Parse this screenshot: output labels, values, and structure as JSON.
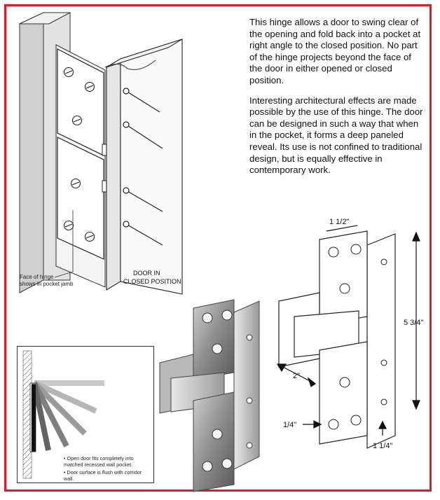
{
  "description": {
    "para1": "This hinge allows a door to swing clear of the opening and fold back into a pocket at right angle to the closed position. No part of the hinge projects beyond the face of the door in either opened or closed position.",
    "para2": "Interesting architectural effects are made possible by the use of this hinge. The door can be designed in such a way that when in the pocket, it forms a deep paneled reveal. Its use is not confined to traditional design, but is equally effective in contemporary work."
  },
  "callouts": {
    "face_of_hinge_line1": "Face of hinge",
    "face_of_hinge_line2": "shows in pocket jamb",
    "door_closed_line1": "DOOR IN",
    "door_closed_line2": "CLOSED POSITION"
  },
  "dimensions": {
    "top_width": "1 1/2\"",
    "height": "5 3/4\"",
    "depth": "2\"",
    "offset": "1/4\"",
    "base_width": "1 1/4\""
  },
  "inset": {
    "note1": "• Open door fits completely into matched recessed wall pocket.",
    "note2": "• Door surface is flush with corridor wall."
  },
  "colors": {
    "frame_border": "#e01b24"
  }
}
